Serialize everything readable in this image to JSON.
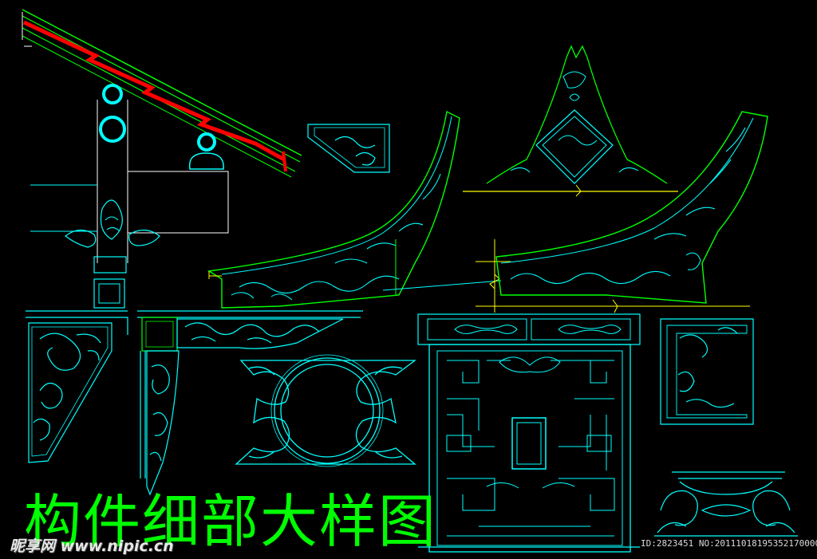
{
  "drawing": {
    "title": "构件细部大样图",
    "colors": {
      "background": "#000000",
      "cyan": "#00ffff",
      "green": "#00ff00",
      "yellow": "#ffff00",
      "red": "#ff0000",
      "white": "#ffffff",
      "title": "#00ff00"
    }
  },
  "watermark": {
    "brand": "昵享网 www.nipic.cn",
    "id": "ID:2823451 NO:20111018195352170000"
  }
}
